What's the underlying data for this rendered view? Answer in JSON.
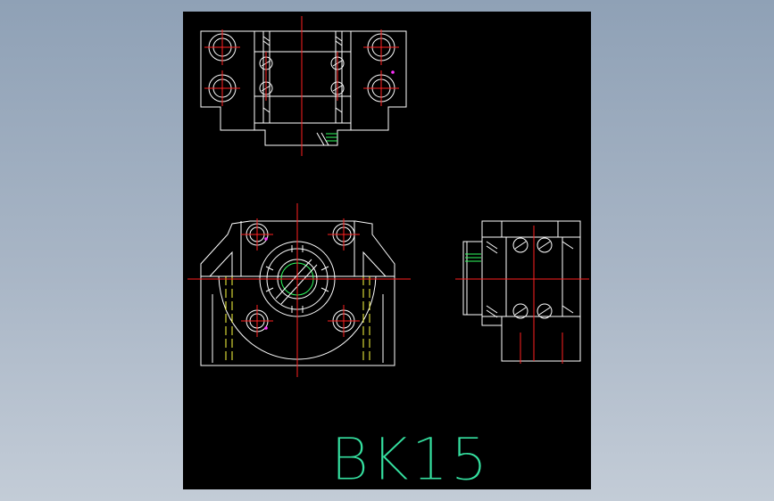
{
  "drawing": {
    "title": "BK15",
    "colors": {
      "background": "#000000",
      "outline": "#ffffff",
      "centerline": "#ff2020",
      "hidden_line": "#ffff40",
      "accent": "#30ff60",
      "point": "#ff30ff",
      "text": "#35e0a0"
    },
    "views": [
      "top-view",
      "front-view",
      "side-view"
    ]
  }
}
